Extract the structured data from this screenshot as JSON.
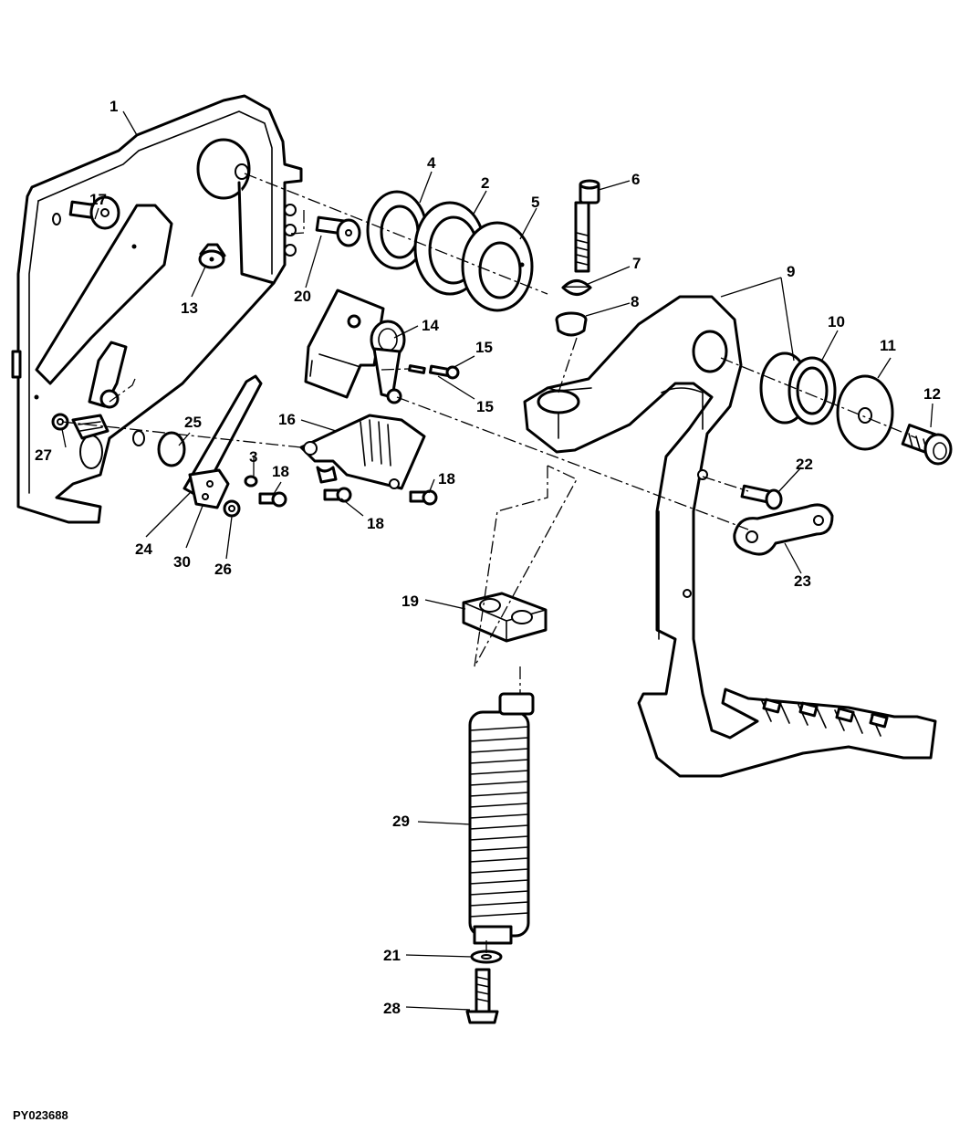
{
  "figure_id": "PY023688",
  "callouts": {
    "c1": "1",
    "c2": "2",
    "c3": "3",
    "c4": "4",
    "c5": "5",
    "c6": "6",
    "c7": "7",
    "c8": "8",
    "c9": "9",
    "c10": "10",
    "c11": "11",
    "c12": "12",
    "c13": "13",
    "c14": "14",
    "c15a": "15",
    "c15b": "15",
    "c16": "16",
    "c17": "17",
    "c18a": "18",
    "c18b": "18",
    "c18c": "18",
    "c19": "19",
    "c20": "20",
    "c21": "21",
    "c22": "22",
    "c23": "23",
    "c24": "24",
    "c25": "25",
    "c26": "26",
    "c27": "27",
    "c28": "28",
    "c29": "29",
    "c30": "30"
  },
  "colors": {
    "line": "#000000",
    "background": "#ffffff"
  }
}
